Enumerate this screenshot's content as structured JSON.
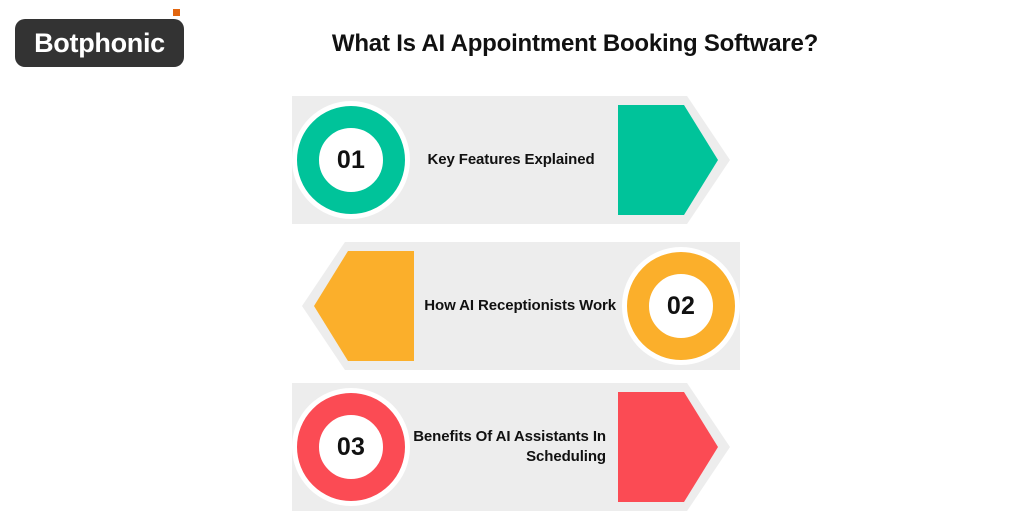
{
  "logo": {
    "wordmark": "Botphonic",
    "background_color": "#333333",
    "text_color": "#ffffff",
    "accent_dot_color": "#E2660F"
  },
  "header": {
    "title": "What Is AI Appointment Booking Software?"
  },
  "steps": [
    {
      "number": "01",
      "label": "Key Features Explained",
      "color": "#00C39A",
      "arrow_direction": "right",
      "badge_side": "left",
      "text_align": "center"
    },
    {
      "number": "02",
      "label": "How AI Receptionists Work",
      "color": "#FBAF2B",
      "arrow_direction": "left",
      "badge_side": "right",
      "text_align": "right"
    },
    {
      "number": "03",
      "label": "Benefits Of AI Assistants In Scheduling",
      "color": "#FB4B54",
      "arrow_direction": "right",
      "badge_side": "left",
      "text_align": "right"
    }
  ],
  "theme": {
    "band_color": "#ededed",
    "page_background": "#ffffff",
    "text_color": "#111111"
  }
}
